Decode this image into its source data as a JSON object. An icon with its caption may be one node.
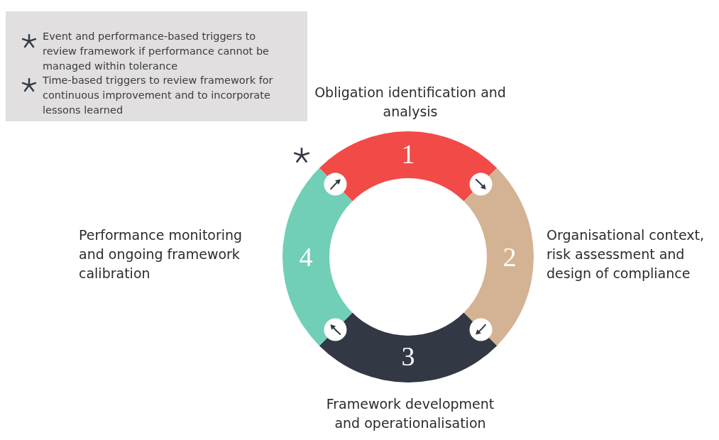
{
  "diagram": {
    "nodes": [
      {
        "text": [
          "1"
        ],
        "beside": [
          "Obligation identification and analysis"
        ]
      },
      {
        "text": [
          "2"
        ],
        "beside": [
          "Organisational context, risk assessment and design of compliance"
        ]
      },
      {
        "text": [
          "3"
        ],
        "beside": [
          "Framework development and operationalisation"
        ]
      },
      {
        "text": [
          "4"
        ],
        "beside": [
          "Performance monitoring and ongoing framework calibration"
        ]
      }
    ],
    "edges": [
      {
        "from": 0,
        "to": 1,
        "arrow": "to"
      },
      {
        "from": 1,
        "to": 2,
        "arrow": "to"
      },
      {
        "from": 2,
        "to": 3,
        "arrow": "to"
      },
      {
        "from": 3,
        "to": 0,
        "arrow": "to"
      }
    ],
    "legend": [
      {
        "text": "Event and performance-based triggers to review framework if performance cannot be managed within tolerance"
      },
      {
        "text": "Time-based triggers to review framework for continuous improvement and to incorporate lessons learned"
      }
    ]
  }
}
